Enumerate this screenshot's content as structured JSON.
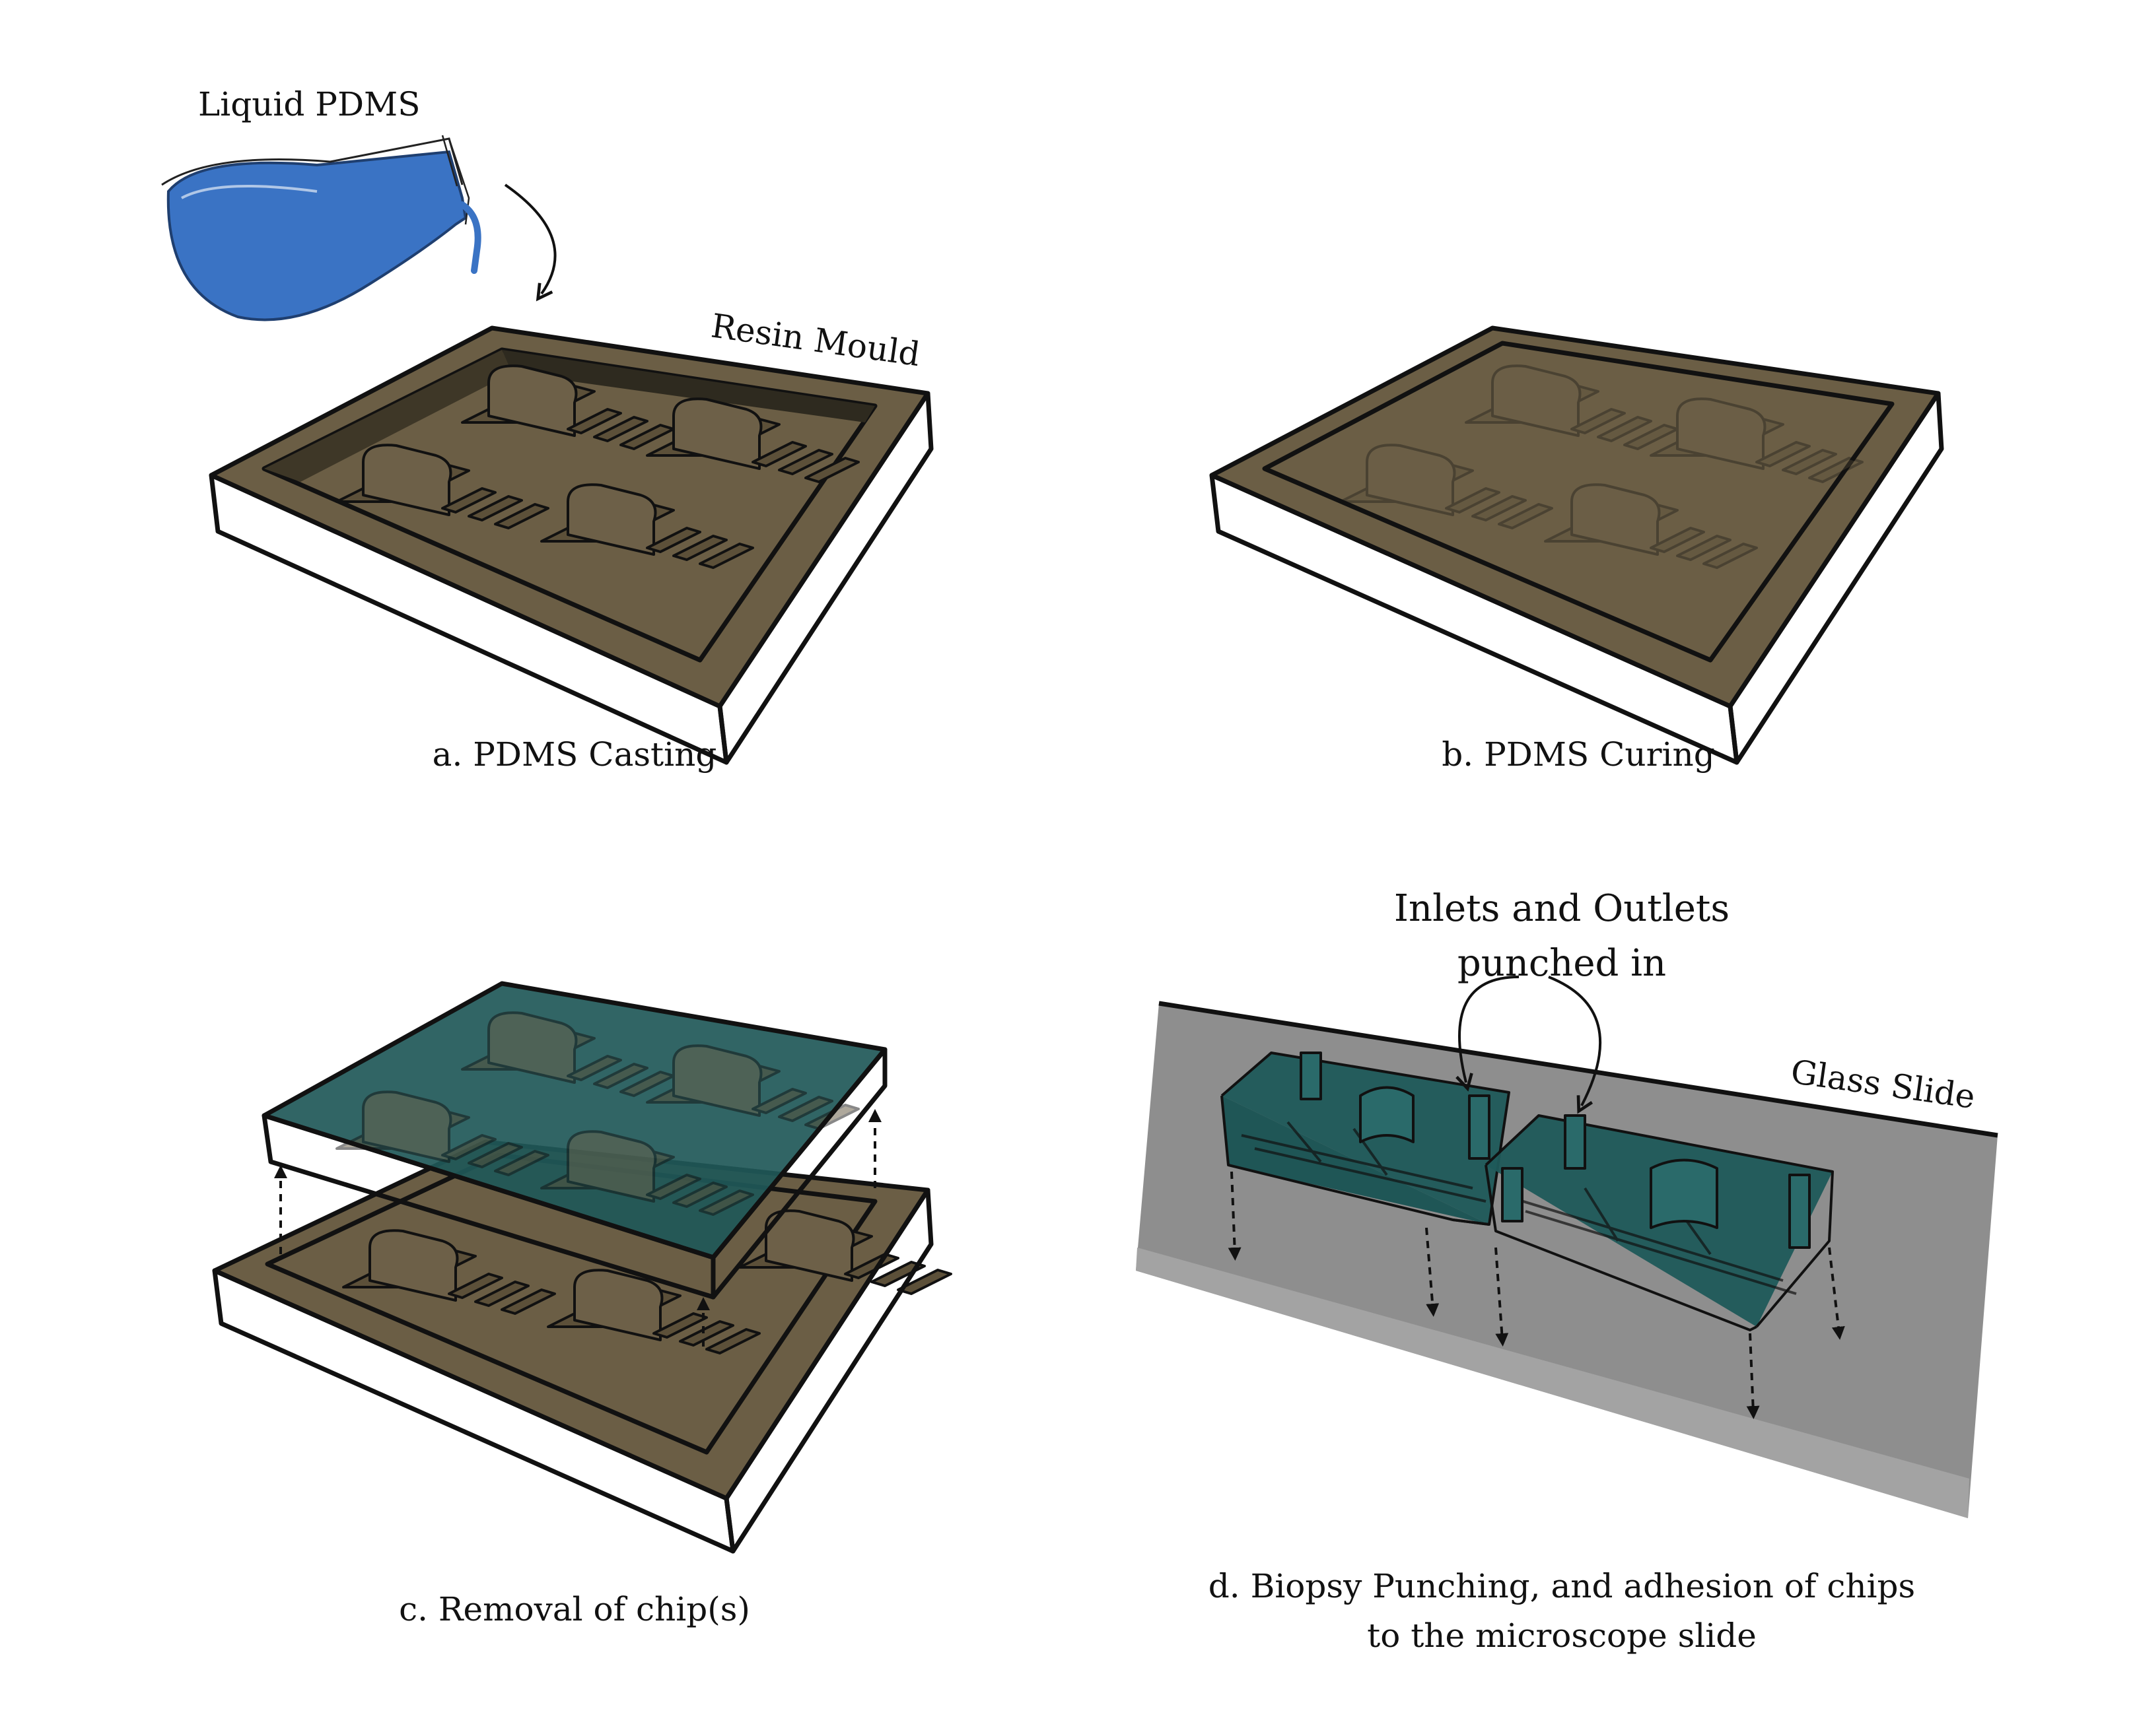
{
  "labels": {
    "liquid_pdms": "Liquid PDMS",
    "resin_mould": "Resin Mould",
    "inlets_line1": "Inlets and Outlets",
    "inlets_line2": "punched in",
    "glass_slide": "Glass Slide"
  },
  "captions": {
    "a": "a. PDMS Casting",
    "b": "b. PDMS Curing",
    "c": "c. Removal of chip(s)",
    "d_line1": "d. Biopsy Punching, and adhesion of chips",
    "d_line2": "to the microscope slide"
  },
  "colors": {
    "resin": "#6b5e45",
    "resin_dark": "#3a3425",
    "pdms_liquid": "#3a73c4",
    "pdms_cured": "#1f5656",
    "glass": "#8e8e8e"
  }
}
